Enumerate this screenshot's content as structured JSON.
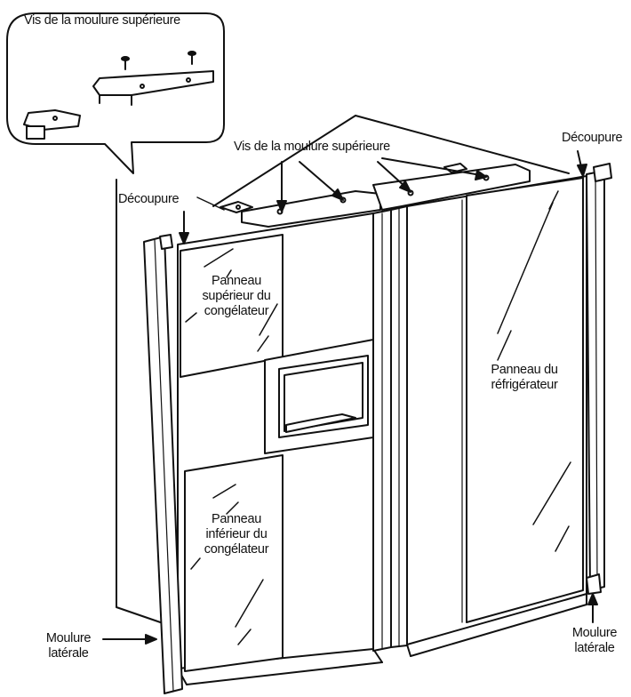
{
  "labels": {
    "inset_screws": "Vis de la moulure supérieure",
    "top_screws": "Vis de la moulure supérieure",
    "cutout_left": "Découpure",
    "cutout_right": "Découpure",
    "freezer_upper": [
      "Panneau",
      "supérieur du",
      "congélateur"
    ],
    "freezer_lower": [
      "Panneau",
      "inférieur du",
      "congélateur"
    ],
    "fridge_panel": [
      "Panneau du",
      "réfrigérateur"
    ],
    "side_trim_left": [
      "Moulure",
      "latérale"
    ],
    "side_trim_right": [
      "Moulure",
      "latérale"
    ]
  },
  "colors": {
    "stroke": "#111111",
    "fill": "#ffffff",
    "shade": "#e6e6e6"
  }
}
